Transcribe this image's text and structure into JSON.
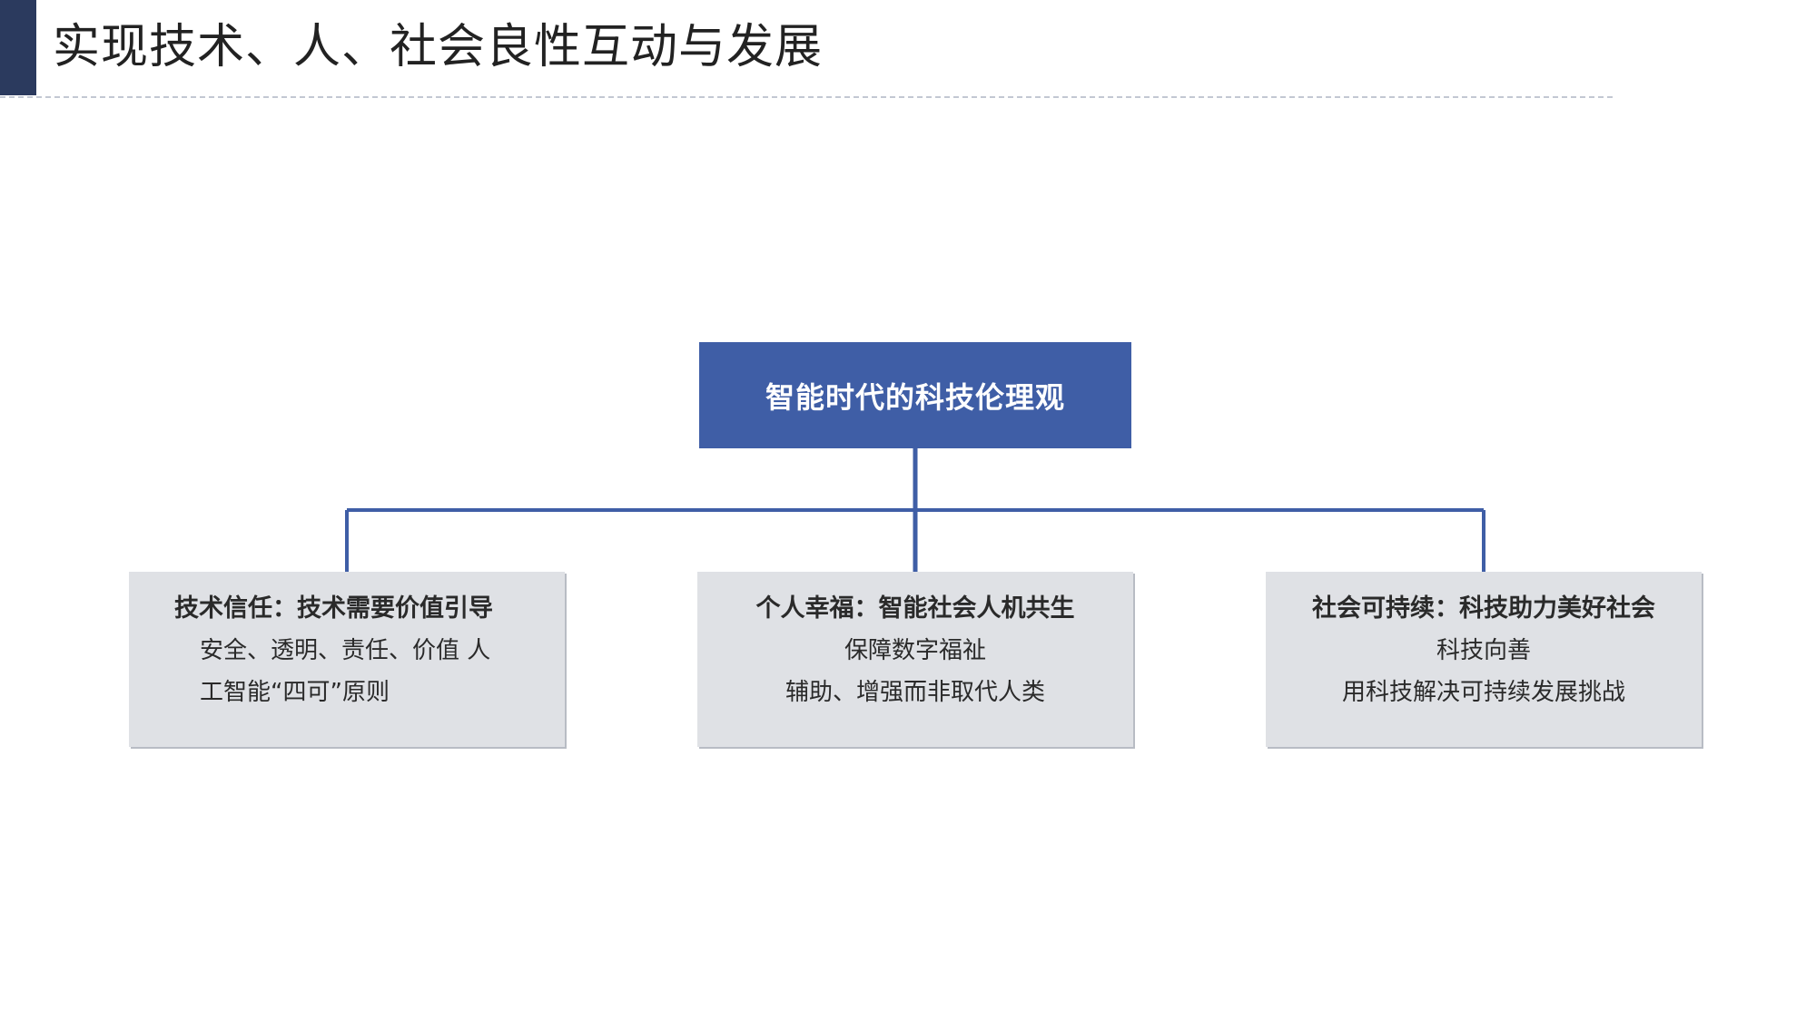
{
  "header": {
    "title": "实现技术、人、社会良性互动与发展"
  },
  "diagram": {
    "root": {
      "label": "智能时代的科技伦理观"
    },
    "children": [
      {
        "heading": "技术信任：技术需要价值引导",
        "lines": [
          "安全、透明、责任、价值 人",
          "工智能“四可”原则"
        ]
      },
      {
        "heading": "个人幸福：智能社会人机共生",
        "lines": [
          "保障数字福祉",
          "辅助、增强而非取代人类"
        ]
      },
      {
        "heading": "社会可持续：科技助力美好社会",
        "lines": [
          "科技向善",
          "用科技解决可持续发展挑战"
        ]
      }
    ]
  },
  "colors": {
    "accent_bar": "#2b3a5e",
    "root_fill": "#3f5ea6",
    "connector": "#3f5ea6",
    "child_fill": "#dfe1e5",
    "title_text": "#222222"
  }
}
